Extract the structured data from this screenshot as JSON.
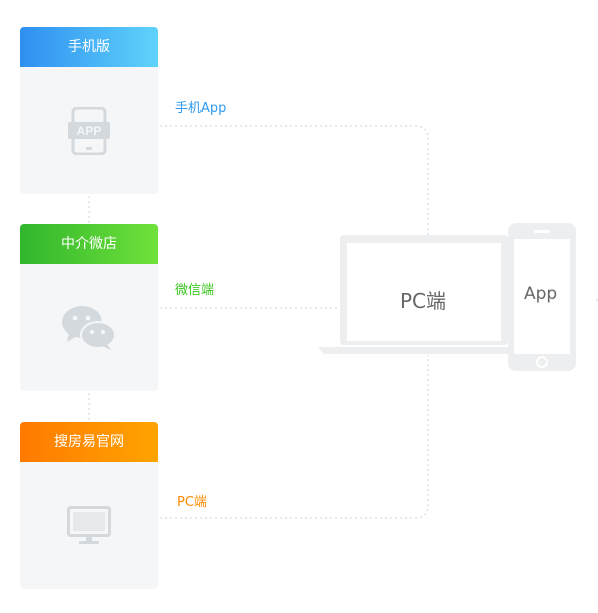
{
  "colors": {
    "mobile": "#2f9bf0",
    "wechat": "#3cc51f",
    "pc": "#ff8a00",
    "card_bg": "#f4f6f8",
    "icon": "#d4d9de",
    "device": "#eceef0",
    "connector": "#cfd4d9"
  },
  "sources": [
    {
      "id": "mobile",
      "header": "手机版",
      "icon": "app-phone-icon",
      "channel_label": "手机App"
    },
    {
      "id": "wechat",
      "header": "中介微店",
      "icon": "wechat-icon",
      "channel_label": "微信端"
    },
    {
      "id": "pc",
      "header": "搜房易官网",
      "icon": "monitor-icon",
      "channel_label": "PC端"
    }
  ],
  "devices": {
    "laptop_label": "PC端",
    "phone_label": "App",
    "phone_icon_text": "APP"
  }
}
